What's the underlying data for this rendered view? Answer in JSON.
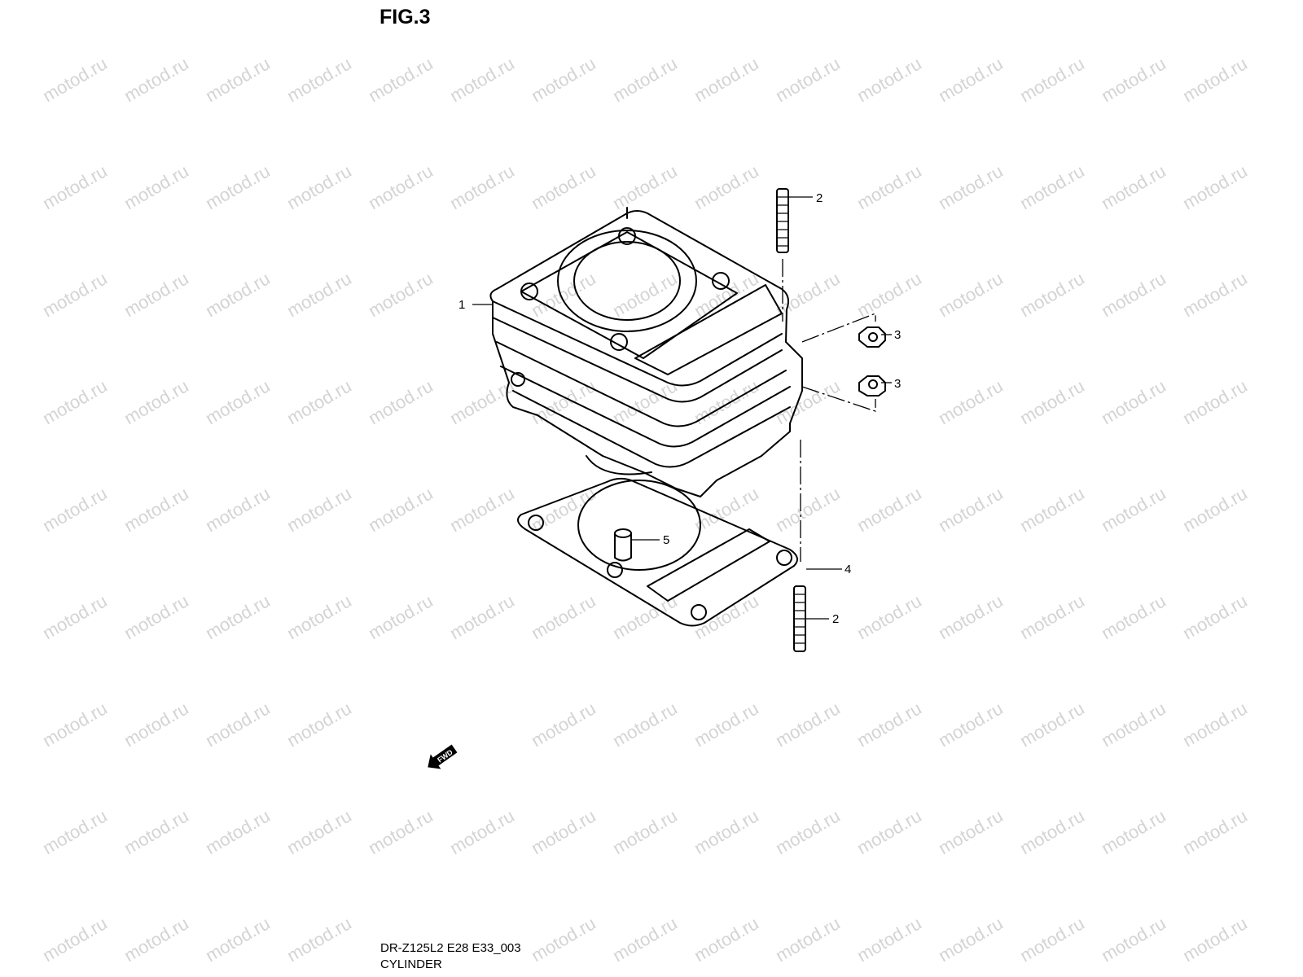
{
  "figure": {
    "title": "FIG.3"
  },
  "watermark": "motod.ru",
  "callouts": [
    {
      "id": "1",
      "label": "1"
    },
    {
      "id": "2a",
      "label": "2"
    },
    {
      "id": "3a",
      "label": "3"
    },
    {
      "id": "3b",
      "label": "3"
    },
    {
      "id": "4",
      "label": "4"
    },
    {
      "id": "5",
      "label": "5"
    },
    {
      "id": "2b",
      "label": "2"
    }
  ],
  "fwd_arrow": {
    "label": "FWD"
  },
  "footer": {
    "code": "DR-Z125L2 E28 E33_003",
    "name": "CYLINDER"
  }
}
